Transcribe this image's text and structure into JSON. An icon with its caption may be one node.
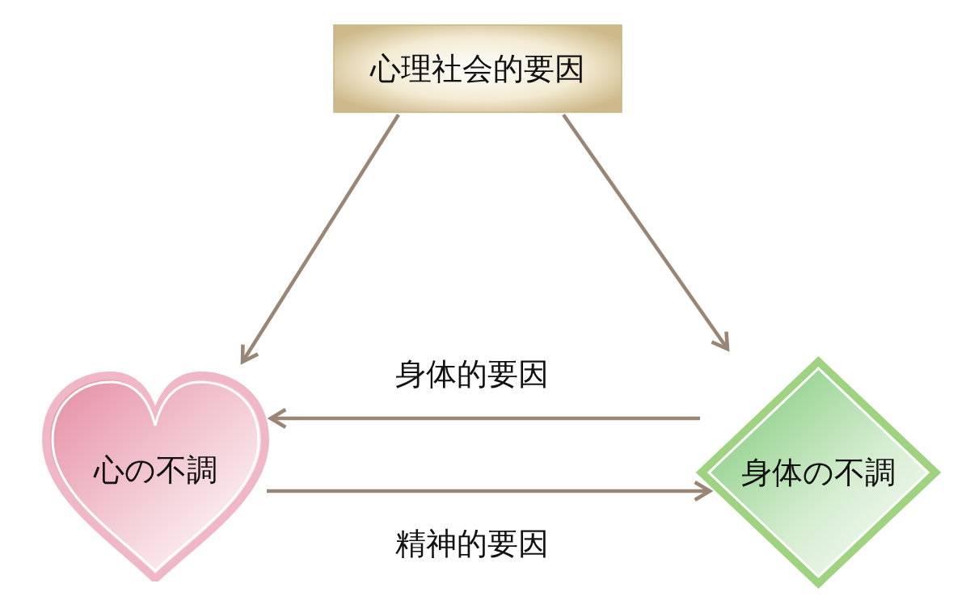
{
  "diagram": {
    "nodes": [
      {
        "text": [
          "心理社会的要因"
        ]
      },
      {
        "text": [
          "心の不調"
        ]
      },
      {
        "text": [
          "身体の不調"
        ]
      }
    ],
    "edges": [
      {
        "from": 0,
        "to": 1,
        "arrow": "to"
      },
      {
        "from": 0,
        "to": 2,
        "arrow": "to"
      },
      {
        "from": 2,
        "to": 1,
        "arrow": "to",
        "label": "身体的要因"
      },
      {
        "from": 1,
        "to": 2,
        "arrow": "to",
        "label": "精神的要因"
      }
    ]
  }
}
